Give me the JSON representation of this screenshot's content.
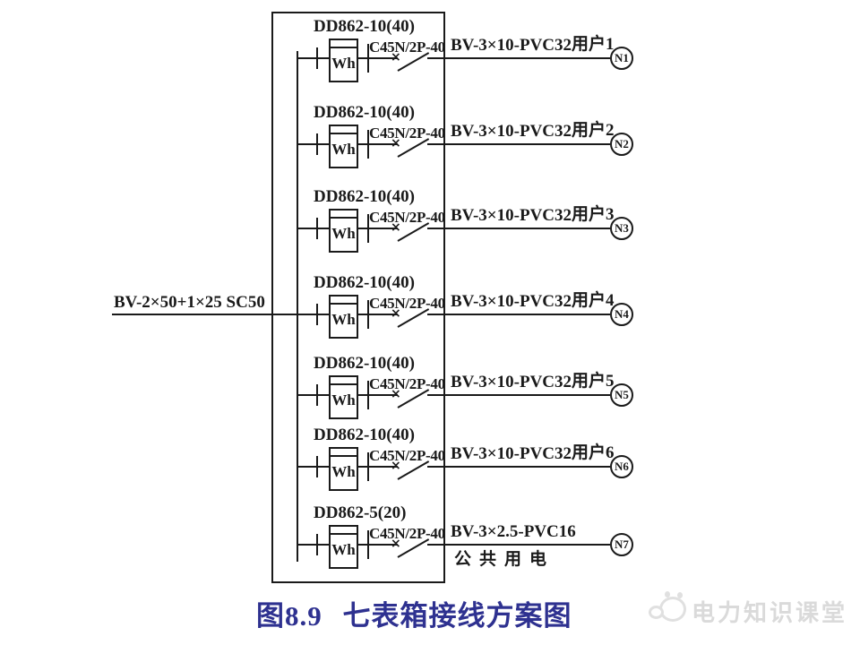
{
  "caption": {
    "text": "图8.9 七表箱接线方案图",
    "color": "#2e3190"
  },
  "watermark": {
    "text": "电力知识课堂",
    "icon": "mascot-chick-icon",
    "color": "#dadada"
  },
  "diagram": {
    "incoming_label": "BV-2×50+1×25 SC50",
    "rows": [
      {
        "meter_model": "DD862-10(40)",
        "meter_display": "Wh",
        "breaker": "C45N/2P-40",
        "cable": "BV-3×10-PVC32",
        "user": "用户1",
        "node": "N1"
      },
      {
        "meter_model": "DD862-10(40)",
        "meter_display": "Wh",
        "breaker": "C45N/2P-40",
        "cable": "BV-3×10-PVC32",
        "user": "用户2",
        "node": "N2"
      },
      {
        "meter_model": "DD862-10(40)",
        "meter_display": "Wh",
        "breaker": "C45N/2P-40",
        "cable": "BV-3×10-PVC32",
        "user": "用户3",
        "node": "N3"
      },
      {
        "meter_model": "DD862-10(40)",
        "meter_display": "Wh",
        "breaker": "C45N/2P-40",
        "cable": "BV-3×10-PVC32",
        "user": "用户4",
        "node": "N4"
      },
      {
        "meter_model": "DD862-10(40)",
        "meter_display": "Wh",
        "breaker": "C45N/2P-40",
        "cable": "BV-3×10-PVC32",
        "user": "用户5",
        "node": "N5"
      },
      {
        "meter_model": "DD862-10(40)",
        "meter_display": "Wh",
        "breaker": "C45N/2P-40",
        "cable": "BV-3×10-PVC32",
        "user": "用户6",
        "node": "N6"
      },
      {
        "meter_model": "DD862-5(20)",
        "meter_display": "Wh",
        "breaker": "C45N/2P-40",
        "cable": "BV-3×2.5-PVC16",
        "user": "公共用电",
        "node": "N7",
        "user_position": "below-line"
      }
    ]
  },
  "colors": {
    "line": "#1a1a1a",
    "background": "#ffffff"
  }
}
